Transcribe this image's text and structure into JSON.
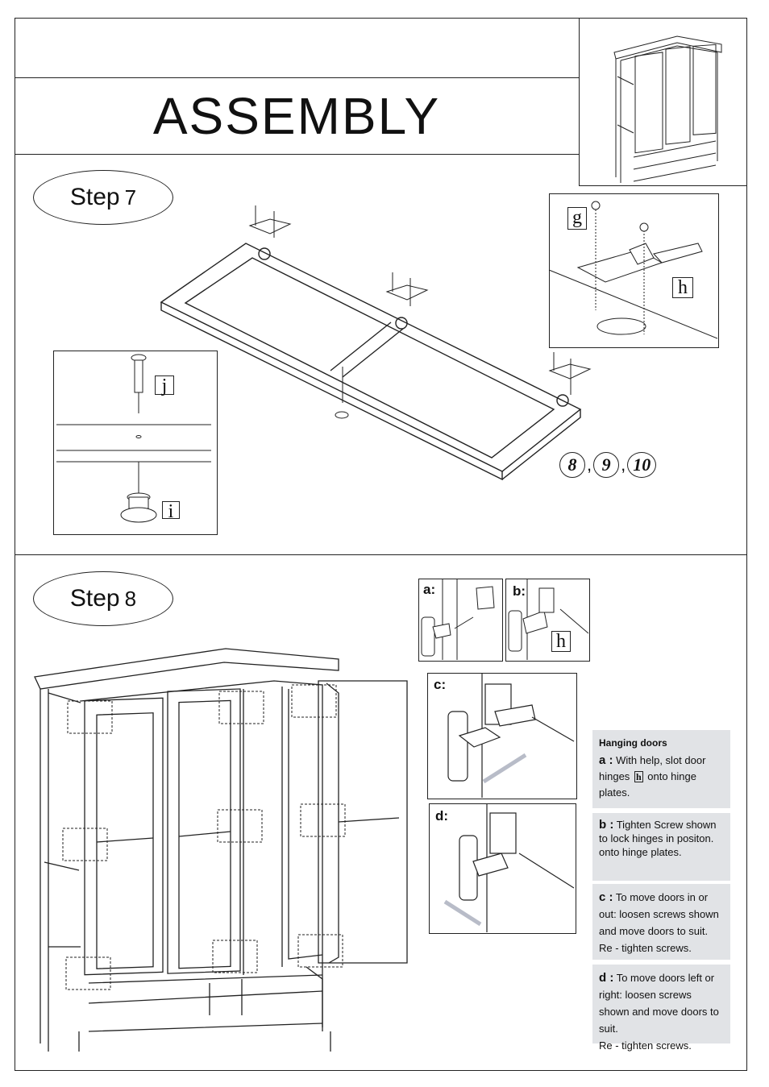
{
  "header": {
    "title": "ASSEMBLY"
  },
  "step7": {
    "label": "Step",
    "number": "7",
    "hinge_part": "g",
    "hinge_part_2": "h",
    "screw_part": "j",
    "foot_part": "i",
    "callout_numbers": [
      "8",
      "9",
      "10"
    ],
    "separator": ","
  },
  "step8": {
    "label": "Step",
    "number": "8",
    "details": {
      "a": "a:",
      "b": "b:",
      "b_part": "h",
      "c": "c:",
      "d": "d:"
    }
  },
  "notes": {
    "hanging_doors_title": "Hanging doors",
    "a_key": "a :",
    "a_text_1": "With help, slot door hinges",
    "a_part": "h",
    "a_text_2": "onto hinge plates.",
    "b_key": "b :",
    "b_text": "Tighten Screw shown to lock hinges in positon. onto hinge plates.",
    "c_key": "c :",
    "c_text": "To move doors in or out: loosen screws shown and move doors to suit.",
    "c_text_2": "Re - tighten screws.",
    "d_key": "d :",
    "d_text": "To move doors left or right: loosen screws shown and move doors to suit.",
    "d_text_2": "Re - tighten screws."
  },
  "colors": {
    "line": "#222222",
    "note_bg": "#e1e3e6",
    "arrow": "#b8bcc8"
  }
}
